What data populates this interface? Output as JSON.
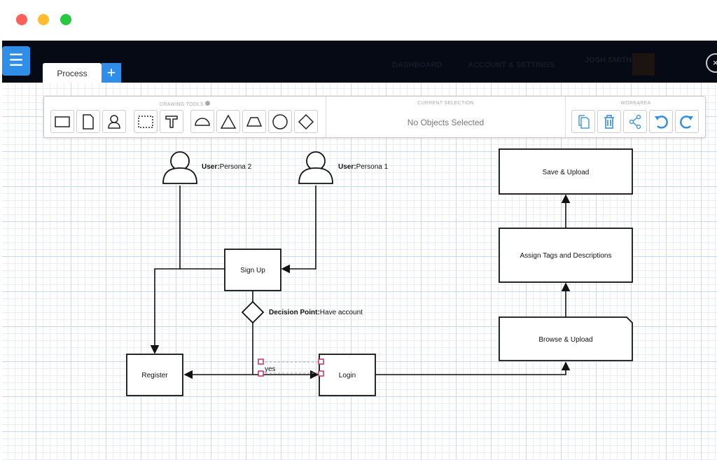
{
  "window": {
    "controls": [
      "close",
      "minimize",
      "maximize"
    ],
    "colors": {
      "close": "#fe5f57",
      "minimize": "#febc2e",
      "maximize": "#28c840"
    }
  },
  "header": {
    "nav": [
      "DASHBOARD",
      "ACCOUNT & SETTINGS"
    ],
    "user_name": "JOSH SMITH"
  },
  "tabs": [
    {
      "label": "Process",
      "active": true
    }
  ],
  "add_tab_label": "+",
  "toolbar": {
    "drawing_tools_title": "DRAWING TOOLS",
    "drawing_tools": [
      "rectangle",
      "document",
      "persona",
      "selection",
      "text",
      "semicircle",
      "triangle",
      "trapezoid",
      "circle",
      "diamond"
    ],
    "current_selection_title": "CURRENT SELECTION",
    "current_selection_text": "No Objects Selected",
    "workarea_title": "WORKAREA",
    "workarea_tools": [
      "copy",
      "delete",
      "share",
      "undo",
      "redo"
    ]
  },
  "diagram": {
    "persona2": {
      "bold": "User:",
      "text": "Persona 2"
    },
    "persona1": {
      "bold": "User:",
      "text": "Persona 1"
    },
    "signup": "Sign Up",
    "decision": {
      "bold": "Decision Point:",
      "text": "Have account"
    },
    "register": "Register",
    "login": "Login",
    "edge_label": "yes",
    "browse": "Browse & Upload",
    "assign": "Assign Tags and Descriptions",
    "save": "Save & Upload"
  },
  "accent": "#2f8fe8"
}
